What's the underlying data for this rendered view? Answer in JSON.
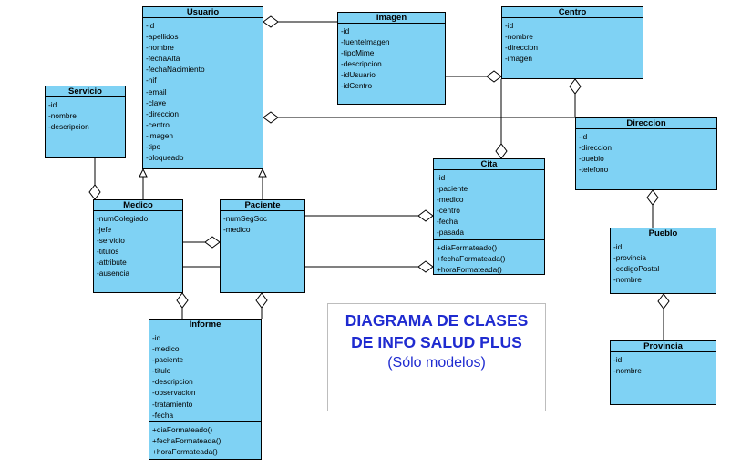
{
  "classes": {
    "usuario": {
      "name": "Usuario",
      "attributes": [
        "-id",
        "-apellidos",
        "-nombre",
        "-fechaAlta",
        "-fechaNacimiento",
        "-nif",
        "-email",
        "-clave",
        "-direccion",
        "-centro",
        "-imagen",
        "-tipo",
        "-bloqueado"
      ],
      "operations": []
    },
    "imagen": {
      "name": "Imagen",
      "attributes": [
        "-id",
        "-fuenteImagen",
        "-tipoMime",
        "-descripcion",
        "-idUsuario",
        "-idCentro"
      ],
      "operations": []
    },
    "centro": {
      "name": "Centro",
      "attributes": [
        "-id",
        "-nombre",
        "-direccion",
        "-imagen"
      ],
      "operations": []
    },
    "servicio": {
      "name": "Servicio",
      "attributes": [
        "-id",
        "-nombre",
        "-descripcion"
      ],
      "operations": []
    },
    "direccion": {
      "name": "Direccion",
      "attributes": [
        "-id",
        "-direccion",
        "-pueblo",
        "-telefono"
      ],
      "operations": []
    },
    "cita": {
      "name": "Cita",
      "attributes": [
        "-id",
        "-paciente",
        "-medico",
        "-centro",
        "-fecha",
        "-pasada"
      ],
      "operations": [
        "+diaFormateado()",
        "+fechaFormateada()",
        "+horaFormateada()"
      ]
    },
    "medico": {
      "name": "Medico",
      "attributes": [
        "-numColegiado",
        "-jefe",
        "-servicio",
        "-titulos",
        "-attribute",
        "-ausencia"
      ],
      "operations": []
    },
    "paciente": {
      "name": "Paciente",
      "attributes": [
        "-numSegSoc",
        "-medico"
      ],
      "operations": []
    },
    "pueblo": {
      "name": "Pueblo",
      "attributes": [
        "-id",
        "-provincia",
        "-codigoPostal",
        "-nombre"
      ],
      "operations": []
    },
    "informe": {
      "name": "Informe",
      "attributes": [
        "-id",
        "-medico",
        "-paciente",
        "-titulo",
        "-descripcion",
        "-observacion",
        "-tratamiento",
        "-fecha"
      ],
      "operations": [
        "+diaFormateado()",
        "+fechaFormateada()",
        "+horaFormateada()"
      ]
    },
    "provincia": {
      "name": "Provincia",
      "attributes": [
        "-id",
        "-nombre"
      ],
      "operations": []
    }
  },
  "title": {
    "line1": "DIAGRAMA DE CLASES",
    "line2": "DE INFO SALUD PLUS",
    "line3": "(Sólo modelos)"
  },
  "colors": {
    "class_fill": "#7fd2f4",
    "border": "#000000",
    "title_text": "#1f2bd0"
  },
  "relations": [
    {
      "from": "imagen",
      "to": "usuario",
      "type": "aggregation",
      "diamond_at": "usuario"
    },
    {
      "from": "imagen",
      "to": "centro",
      "type": "aggregation",
      "diamond_at": "centro"
    },
    {
      "from": "direccion",
      "to": "usuario",
      "type": "aggregation",
      "diamond_at": "usuario"
    },
    {
      "from": "centro",
      "to": "cita",
      "type": "aggregation",
      "diamond_at": "cita"
    },
    {
      "from": "direccion",
      "to": "centro",
      "type": "aggregation",
      "diamond_at": "centro"
    },
    {
      "from": "servicio",
      "to": "medico",
      "type": "aggregation",
      "diamond_at": "medico"
    },
    {
      "from": "medico",
      "to": "usuario",
      "type": "generalization"
    },
    {
      "from": "paciente",
      "to": "usuario",
      "type": "generalization"
    },
    {
      "from": "medico",
      "to": "paciente",
      "type": "aggregation",
      "diamond_at": "paciente"
    },
    {
      "from": "paciente",
      "to": "cita",
      "type": "aggregation",
      "diamond_at": "cita"
    },
    {
      "from": "medico",
      "to": "cita",
      "type": "aggregation",
      "diamond_at": "cita"
    },
    {
      "from": "informe",
      "to": "medico",
      "type": "aggregation",
      "diamond_at": "medico"
    },
    {
      "from": "informe",
      "to": "paciente",
      "type": "aggregation",
      "diamond_at": "paciente"
    },
    {
      "from": "pueblo",
      "to": "direccion",
      "type": "aggregation",
      "diamond_at": "direccion"
    },
    {
      "from": "provincia",
      "to": "pueblo",
      "type": "aggregation",
      "diamond_at": "pueblo"
    }
  ]
}
